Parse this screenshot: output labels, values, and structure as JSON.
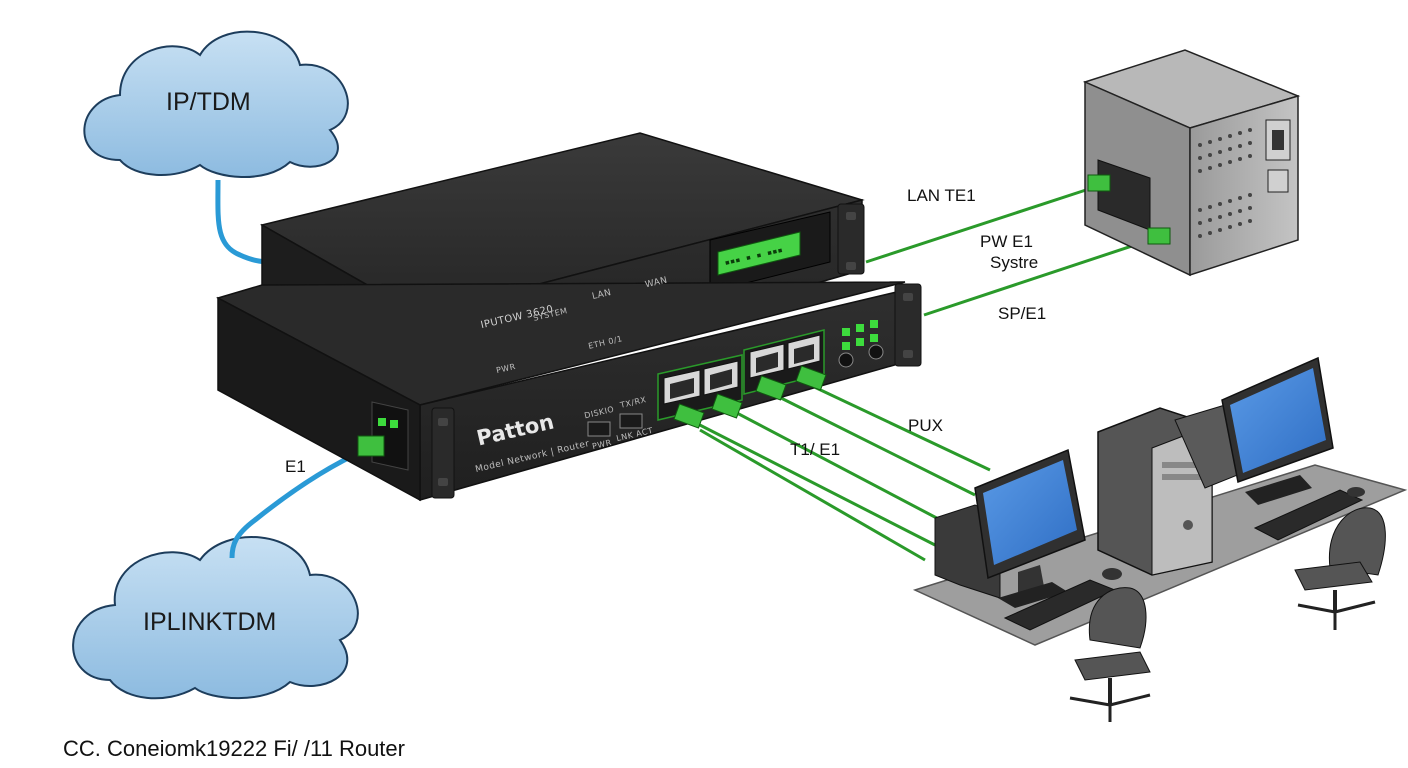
{
  "clouds": {
    "top": "IP/TDM",
    "bottom": "IPLINKTDM"
  },
  "links": {
    "lan_te1": "LAN TE1",
    "pwe1": "PW E1",
    "systre": "Systre",
    "sp_e1": "SP/E1",
    "pux": "PUX",
    "t1_e1": "T1/ E1",
    "e1": "E1"
  },
  "upper_device": {
    "model": "IPUTOW 3620",
    "sys_label": "SYSTEM",
    "pwr_label": "PWR",
    "lan_label": "LAN",
    "wan_label": "WAN",
    "port_label": "ETH 0/1",
    "lcd_text": "▪▪▪ ▪ ▪ ▪▪▪"
  },
  "lower_device": {
    "brand": "Patton",
    "model_line": "Model Network | Router",
    "slot_label_1": "DISKIO",
    "slot_label_2": "TX/RX",
    "slot_sub_1": "PWR",
    "slot_sub_2": "LNK ACT"
  },
  "caption": "CC. Coneiomk19222 Fi/ /11 Router",
  "colors": {
    "cable_green": "#2a9a2a",
    "cable_blue": "#2a9ad6",
    "cloud_fill": "#a9cdea",
    "device_body": "#2b2b2b",
    "led_green": "#3ddc3d",
    "screen_blue": "#3f7fd6"
  }
}
